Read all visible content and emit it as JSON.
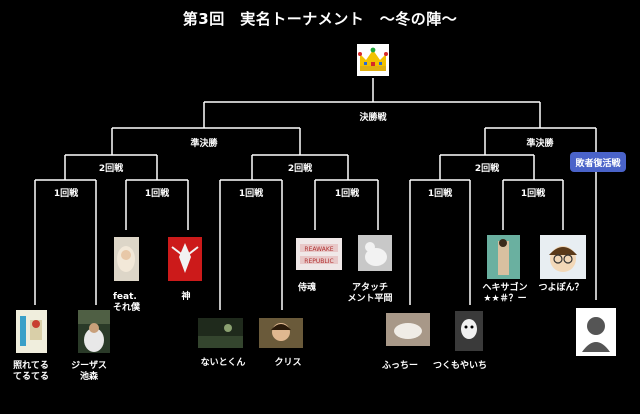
{
  "title": "第3回　実名トーナメント　～冬の陣～",
  "rounds": {
    "final": "決勝戦",
    "semifinal": "準決勝",
    "second": "2回戦",
    "first": "1回戦",
    "revival": "敗者復活戦"
  },
  "players": {
    "teruteru": "照れてる\nてるてる",
    "jesus": "ジーザス\n池森",
    "feat": "feat.\nそれ僕",
    "kami": "神",
    "naitokun": "ないとくん",
    "kurisu": "クリス",
    "samurai": "侍魂",
    "attach": "アタッチ\nメント平岡",
    "fucchi": "ふっちー",
    "tsukumo": "つくもやいち",
    "hexagon": "ヘキサゴン\n★★＃？ー",
    "tsuyopon": "つよぽん？"
  },
  "colors": {
    "background": "#000000",
    "lines": "#ffffff",
    "revival_button": "#4a63c9"
  }
}
